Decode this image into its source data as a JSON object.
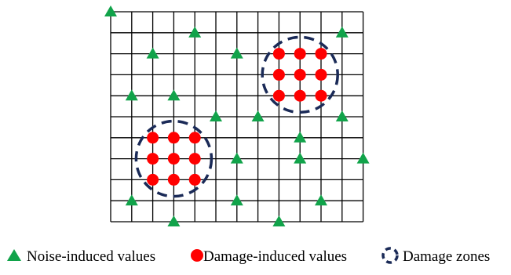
{
  "colors": {
    "noise_marker": "#11a34a",
    "damage_marker": "#ff0000",
    "damage_zone": "#1a2a57",
    "grid_line": "#000000"
  },
  "grid": {
    "columns": 12,
    "rows": 10
  },
  "noise_points": [
    [
      0,
      0
    ],
    [
      4,
      1
    ],
    [
      2,
      2
    ],
    [
      6,
      2
    ],
    [
      11,
      1
    ],
    [
      1,
      4
    ],
    [
      3,
      4
    ],
    [
      5,
      5
    ],
    [
      7,
      5
    ],
    [
      11,
      5
    ],
    [
      9,
      6
    ],
    [
      6,
      7
    ],
    [
      9,
      7
    ],
    [
      12,
      7
    ],
    [
      1,
      9
    ],
    [
      6,
      9
    ],
    [
      10,
      9
    ],
    [
      3,
      10
    ],
    [
      8,
      10
    ]
  ],
  "damage_points": [
    [
      8,
      2
    ],
    [
      9,
      2
    ],
    [
      10,
      2
    ],
    [
      8,
      3
    ],
    [
      9,
      3
    ],
    [
      10,
      3
    ],
    [
      8,
      4
    ],
    [
      9,
      4
    ],
    [
      10,
      4
    ],
    [
      2,
      6
    ],
    [
      3,
      6
    ],
    [
      4,
      6
    ],
    [
      2,
      7
    ],
    [
      3,
      7
    ],
    [
      4,
      7
    ],
    [
      2,
      8
    ],
    [
      3,
      8
    ],
    [
      4,
      8
    ]
  ],
  "damage_zones": [
    {
      "center": [
        9,
        3
      ]
    },
    {
      "center": [
        3,
        7
      ]
    }
  ],
  "legend": {
    "noise_label": "Noise-induced values",
    "damage_label": "Damage-induced values",
    "zone_label": "Damage zones"
  }
}
